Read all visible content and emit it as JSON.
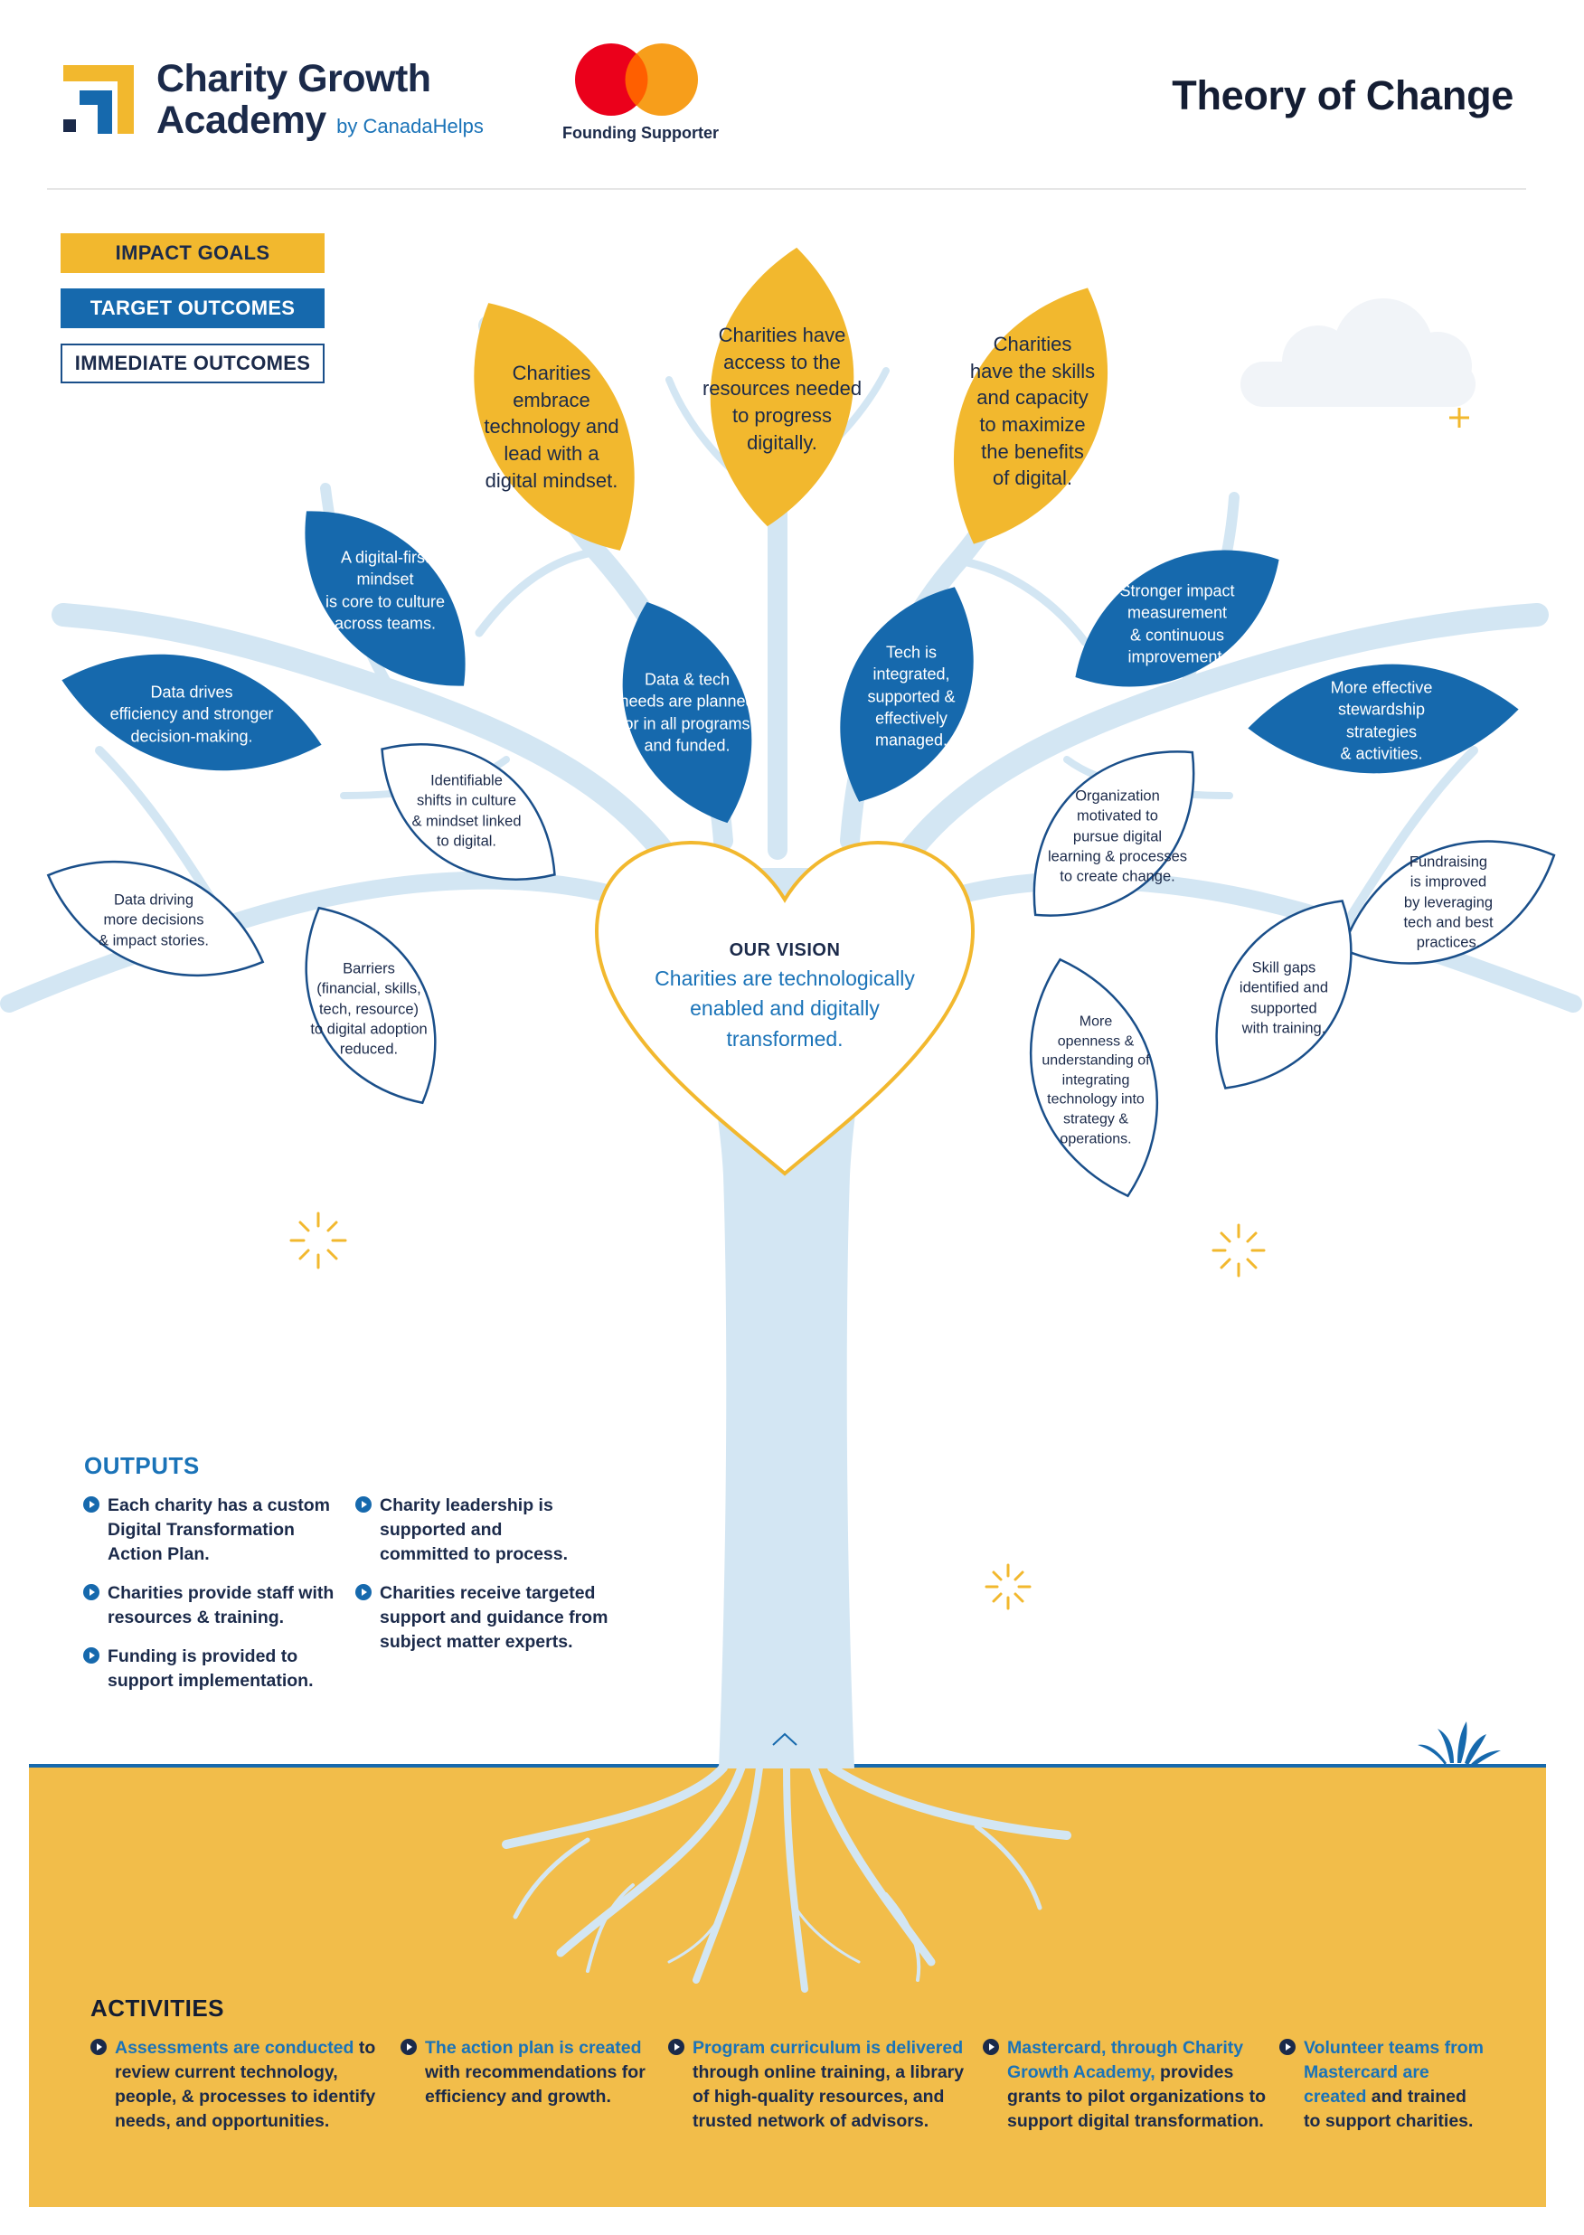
{
  "header": {
    "brand_line1": "Charity Growth",
    "brand_line2": "Academy",
    "brand_by": "by CanadaHelps",
    "sponsor_label": "Founding Supporter",
    "title": "Theory of Change"
  },
  "legend": {
    "impact_goals": "IMPACT GOALS",
    "target_outcomes": "TARGET OUTCOMES",
    "immediate_outcomes": "IMMEDIATE OUTCOMES"
  },
  "colors": {
    "gold": "#f2b82e",
    "blue": "#1669ad",
    "navy": "#1b2a4a",
    "tree": "#d3e6f3",
    "ground": "#f2bd4a"
  },
  "impact_goals": [
    {
      "lines": [
        "Charities",
        "embrace",
        "technology and",
        "lead with a",
        "digital mindset."
      ]
    },
    {
      "lines": [
        "Charities have",
        "access to the",
        "resources needed",
        "to progress",
        "digitally."
      ]
    },
    {
      "lines": [
        "Charities",
        "have the skills",
        "and capacity",
        "to maximize",
        "the benefits",
        "of digital."
      ]
    }
  ],
  "target_outcomes": [
    {
      "lines": [
        "A digital-first",
        "mindset",
        "is core to culture",
        "across teams."
      ]
    },
    {
      "lines": [
        "Data drives",
        "efficiency and stronger",
        "decision-making."
      ]
    },
    {
      "lines": [
        "Data & tech",
        "needs are planned",
        "for in all programs,",
        "and funded."
      ]
    },
    {
      "lines": [
        "Tech is",
        "integrated,",
        "supported &",
        "effectively",
        "managed."
      ]
    },
    {
      "lines": [
        "Stronger impact",
        "measurement",
        "& continuous",
        "improvement."
      ]
    },
    {
      "lines": [
        "More effective",
        "stewardship",
        "strategies",
        "& activities."
      ]
    }
  ],
  "immediate_outcomes": [
    {
      "lines": [
        "Identifiable",
        "shifts in culture",
        "& mindset linked",
        "to digital."
      ]
    },
    {
      "lines": [
        "Data driving",
        "more decisions",
        "& impact stories."
      ]
    },
    {
      "lines": [
        "Barriers",
        "(financial, skills,",
        "tech, resource)",
        "to digital adoption",
        "reduced."
      ]
    },
    {
      "lines": [
        "Organization",
        "motivated to",
        "pursue digital",
        "learning & processes",
        "to create change."
      ]
    },
    {
      "lines": [
        "Fundraising",
        "is improved",
        "by leveraging",
        "tech and best",
        "practices."
      ]
    },
    {
      "lines": [
        "Skill gaps",
        "identified and",
        "supported",
        "with training."
      ]
    },
    {
      "lines": [
        "More",
        "openness &",
        "understanding of",
        "integrating",
        "technology into",
        "strategy &",
        "operations."
      ]
    }
  ],
  "vision": {
    "title": "OUR VISION",
    "text": "Charities are technologically enabled and digitally transformed."
  },
  "outputs": {
    "title": "OUTPUTS",
    "items": [
      "Each charity has a custom Digital Transformation Action Plan.",
      "Charities provide staff with resources & training.",
      "Funding is provided to support implementation.",
      "Charity leadership is supported and committed to process.",
      "Charities receive targeted support and guidance from subject matter experts."
    ]
  },
  "activities": {
    "title": "ACTIVITIES",
    "items": [
      {
        "highlight": "Assessments are conducted",
        "rest": "to review current technology, people,  & processes to identify needs, and opportunities."
      },
      {
        "highlight": "The action plan is created",
        "rest": "with recommendations for efficiency and growth."
      },
      {
        "highlight": "Program curriculum is delivered",
        "rest": "through online training, a library of high-quality resources, and trusted network of advisors."
      },
      {
        "highlight": "Mastercard, through Charity Growth Academy,",
        "rest": "provides grants to pilot organizations to support digital transformation."
      },
      {
        "highlight": "Volunteer teams from Mastercard are created",
        "rest": "and trained to support charities."
      }
    ]
  }
}
